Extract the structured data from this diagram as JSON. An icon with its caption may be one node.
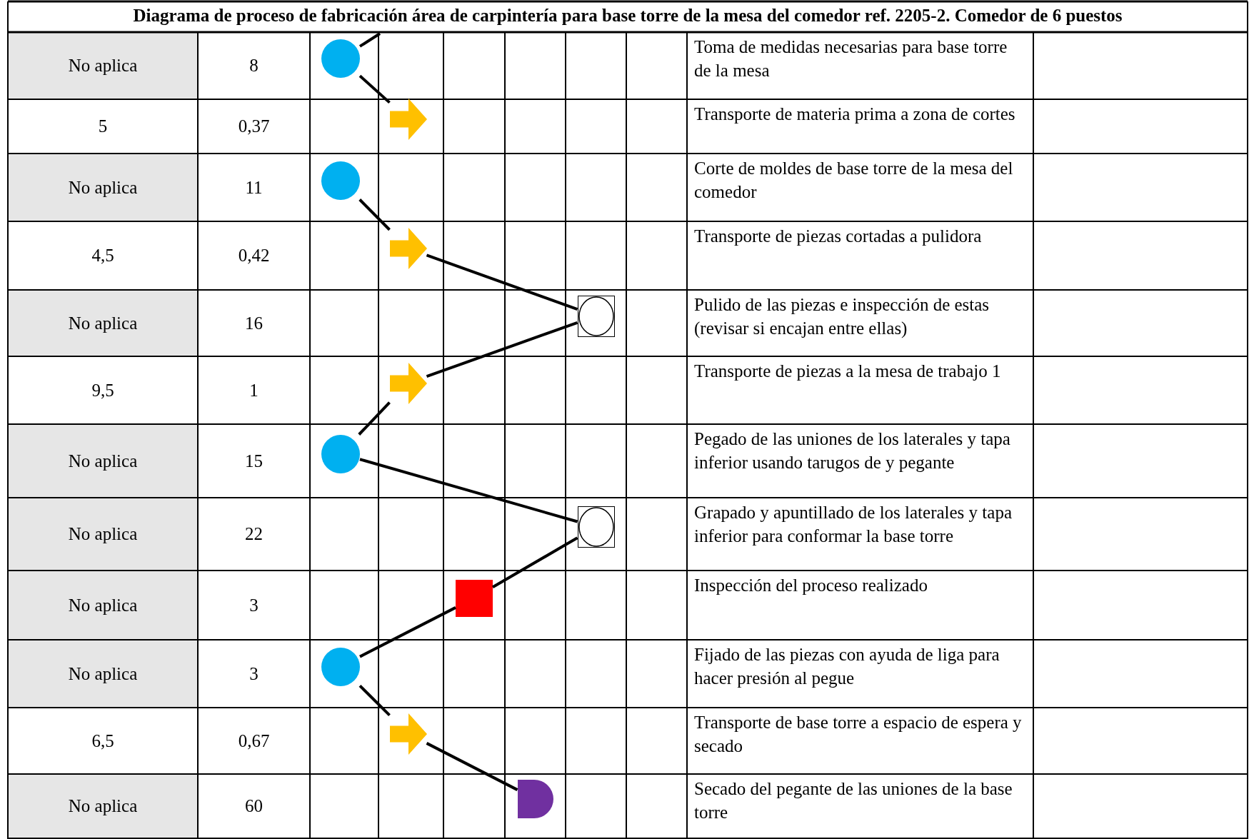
{
  "diagram": {
    "title": "Diagrama de proceso de fabricación área de carpintería para base torre de la mesa del comedor ref. 2205-2. Comedor de 6 puestos",
    "nodes": [
      {
        "text": [],
        "shape": "circle"
      },
      {
        "text": [],
        "shape": "arrow"
      },
      {
        "text": [],
        "shape": "circle"
      },
      {
        "text": [],
        "shape": "arrow"
      },
      {
        "text": [],
        "shape": "box"
      },
      {
        "text": [],
        "shape": "arrow"
      },
      {
        "text": [],
        "shape": "circle"
      },
      {
        "text": [],
        "shape": "box"
      },
      {
        "text": [],
        "shape": "square"
      },
      {
        "text": [],
        "shape": "circle"
      },
      {
        "text": [],
        "shape": "arrow"
      },
      {
        "text": [],
        "shape": "semicircle"
      }
    ],
    "edges": [
      {
        "from": null,
        "to": 0,
        "arrow": "none"
      },
      {
        "from": 0,
        "to": 1,
        "arrow": "none"
      },
      {
        "from": 2,
        "to": 3,
        "arrow": "none"
      },
      {
        "from": 3,
        "to": 4,
        "arrow": "none"
      },
      {
        "from": 4,
        "to": 5,
        "arrow": "none"
      },
      {
        "from": 5,
        "to": 6,
        "arrow": "none"
      },
      {
        "from": 6,
        "to": 7,
        "arrow": "none"
      },
      {
        "from": 7,
        "to": 8,
        "arrow": "none"
      },
      {
        "from": 8,
        "to": 9,
        "arrow": "none"
      },
      {
        "from": 9,
        "to": 10,
        "arrow": "none"
      },
      {
        "from": 10,
        "to": 11,
        "arrow": "none"
      }
    ],
    "labels": [
      "No aplica",
      "8",
      "Toma de medidas necesarias para base torre de la mesa",
      "5",
      "0,37",
      "Transporte de materia prima a zona de cortes",
      "No aplica",
      "11",
      "Corte de moldes de base torre de la mesa del comedor",
      "4,5",
      "0,42",
      "Transporte de piezas cortadas a pulidora",
      "No aplica",
      "16",
      "Pulido de las piezas e inspección de estas (revisar si encajan entre ellas)",
      "9,5",
      "1",
      "Transporte de piezas a la mesa de trabajo 1",
      "No aplica",
      "15",
      "Pegado de las uniones de los laterales y tapa inferior usando tarugos de y pegante",
      "No aplica",
      "22",
      "Grapado y apuntillado de los laterales y tapa inferior para conformar la base torre",
      "No aplica",
      "3",
      "Inspección del proceso realizado",
      "No aplica",
      "3",
      "Fijado de las piezas con ayuda de liga para hacer presión al pegue",
      "6,5",
      "0,67",
      "Transporte de base torre a espacio de espera y secado",
      "No aplica",
      "60",
      "Secado del pegante de las uniones de la base torre"
    ]
  }
}
